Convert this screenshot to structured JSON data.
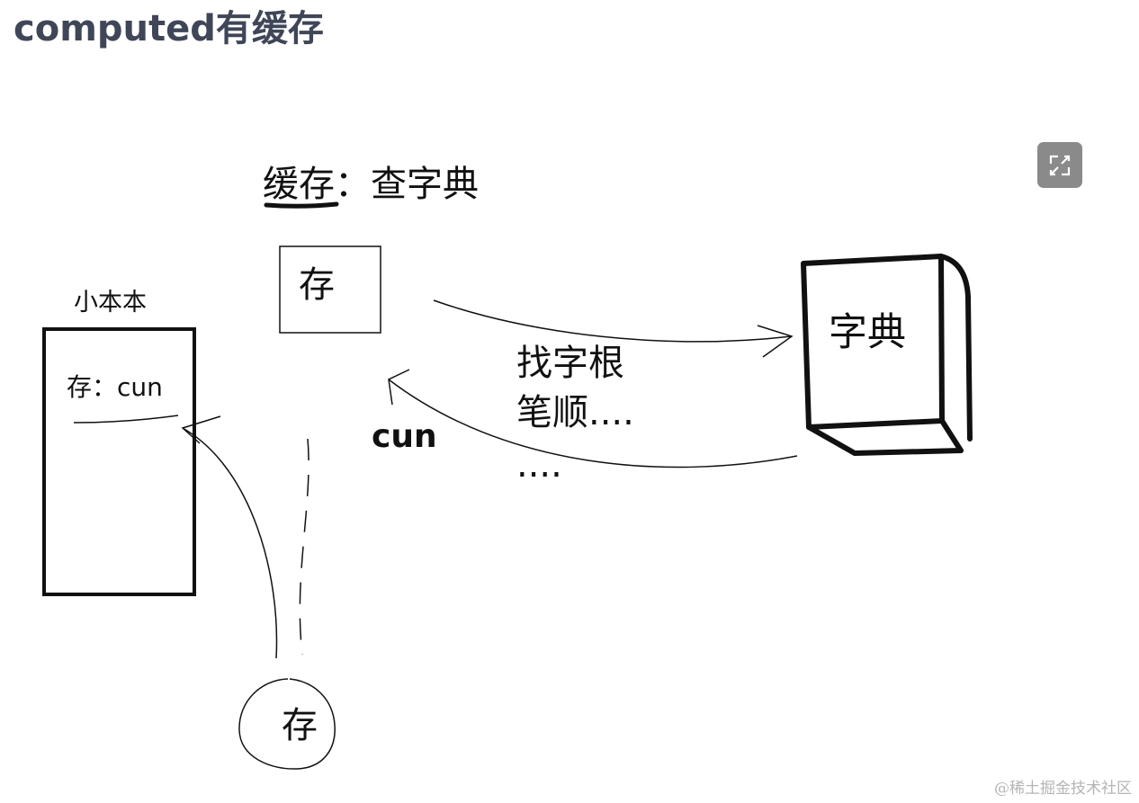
{
  "page": {
    "title": "computed有缓存"
  },
  "diagram": {
    "heading": "缓存：查字典",
    "notebook": {
      "label": "小本本",
      "entry": "存：cun"
    },
    "query_box": {
      "label": "存"
    },
    "dictionary": {
      "label": "字典"
    },
    "lookup_steps": [
      "找字根",
      "笔顺....",
      "...."
    ],
    "answer": "cun",
    "source_circle": {
      "label": "存"
    }
  },
  "controls": {
    "expand_icon": "expand-icon"
  },
  "watermark": "@稀土掘金技术社区"
}
